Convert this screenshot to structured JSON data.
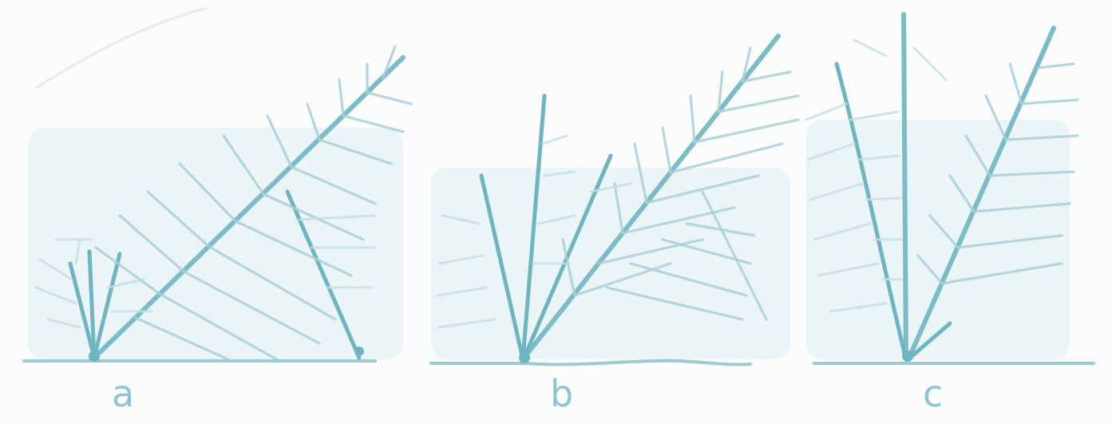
{
  "panels": [
    {
      "id": "a",
      "label": "a"
    },
    {
      "id": "b",
      "label": "b"
    },
    {
      "id": "c",
      "label": "c"
    }
  ],
  "colors": {
    "line": "#7cbcc7",
    "light_line": "#a9cfd6",
    "label": "#8fc4d2",
    "background": "#fbfcfc"
  }
}
